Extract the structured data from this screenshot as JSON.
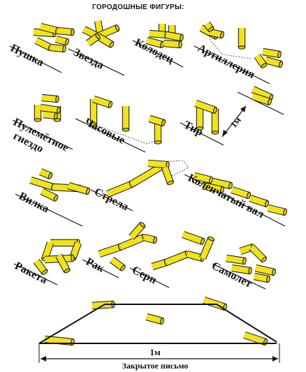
{
  "title": "ГОРОДОШНЫЕ ФИГУРЫ:",
  "figures": [
    {
      "name": "Пушка"
    },
    {
      "name": "Звезда"
    },
    {
      "name": "Колодец"
    },
    {
      "name": "Артиллерия"
    },
    {
      "name": "Пулемётное"
    },
    {
      "name": "гнездо"
    },
    {
      "name": "Часовые"
    },
    {
      "name": "Тир"
    },
    {
      "name": "Вилка"
    },
    {
      "name": "Стрела"
    },
    {
      "name": "Коленчатый вал"
    },
    {
      "name": "Ракета"
    },
    {
      "name": "Рак"
    },
    {
      "name": "Серп"
    },
    {
      "name": "Самолет"
    }
  ],
  "dimension_labels": {
    "tir_distance": "1м",
    "letter_distance": "1м"
  },
  "bottom_caption": "Закрытое письмо",
  "colors": {
    "stick_fill": "#f2e21b",
    "stick_cap": "#d9c70e",
    "outline": "#111111"
  }
}
